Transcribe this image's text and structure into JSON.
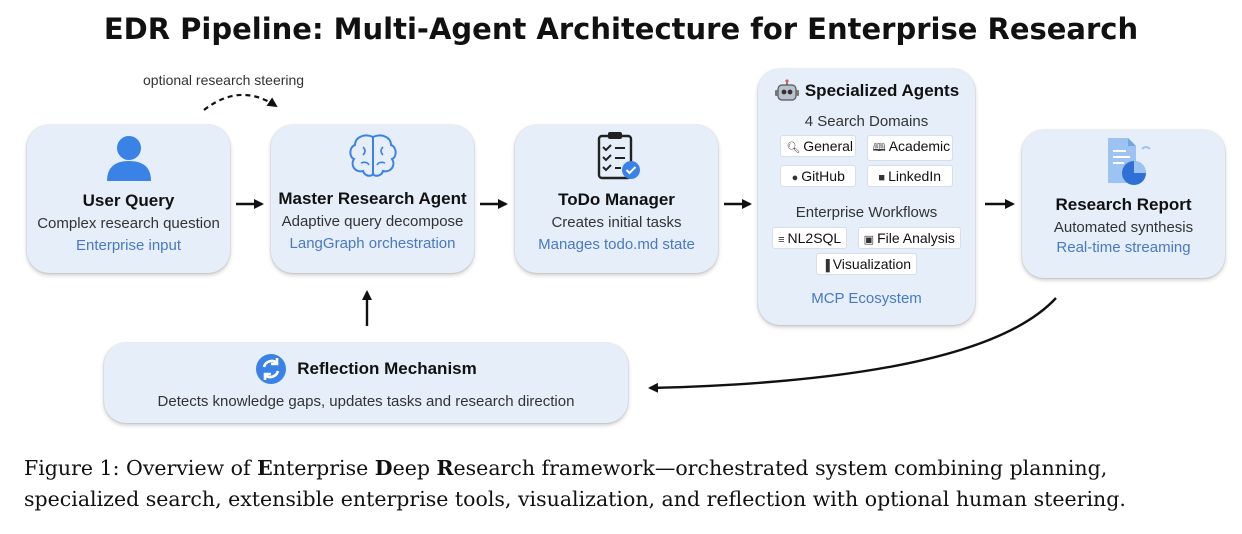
{
  "title": "EDR Pipeline: Multi-Agent Architecture for Enterprise Research",
  "steering_label": "optional research steering",
  "user_query": {
    "title": "User Query",
    "desc": "Complex research question",
    "badge": "Enterprise input"
  },
  "master_agent": {
    "title": "Master Research Agent",
    "desc": "Adaptive query decompose",
    "badge": "LangGraph orchestration"
  },
  "todo": {
    "title": "ToDo Manager",
    "desc": "Creates initial tasks",
    "badge": "Manages todo.md state"
  },
  "specialized": {
    "title": "Specialized Agents",
    "domains_label": "4 Search Domains",
    "domains": [
      "General",
      "Academic",
      "GitHub",
      "LinkedIn"
    ],
    "workflows_label": "Enterprise Workflows",
    "workflows": [
      "NL2SQL",
      "File Analysis",
      "Visualization"
    ],
    "footer": "MCP Ecosystem"
  },
  "report": {
    "title": "Research Report",
    "desc": "Automated synthesis",
    "badge": "Real-time streaming"
  },
  "reflection": {
    "title": "Reflection Mechanism",
    "desc": "Detects knowledge gaps, updates tasks and research direction"
  },
  "caption": {
    "prefix": "Figure 1: Overview of ",
    "e": "E",
    "e_rest": "nterprise ",
    "d": "D",
    "d_rest": "eep ",
    "r": "R",
    "r_rest": "esearch framework—orchestrated system combining planning,",
    "line2": "specialized search, extensible enterprise tools, visualization, and reflection with optional human steering."
  },
  "colors": {
    "box_fill": "#e6eefa",
    "accent_blue": "#4a78c2",
    "icon_blue": "#3b82e6"
  }
}
